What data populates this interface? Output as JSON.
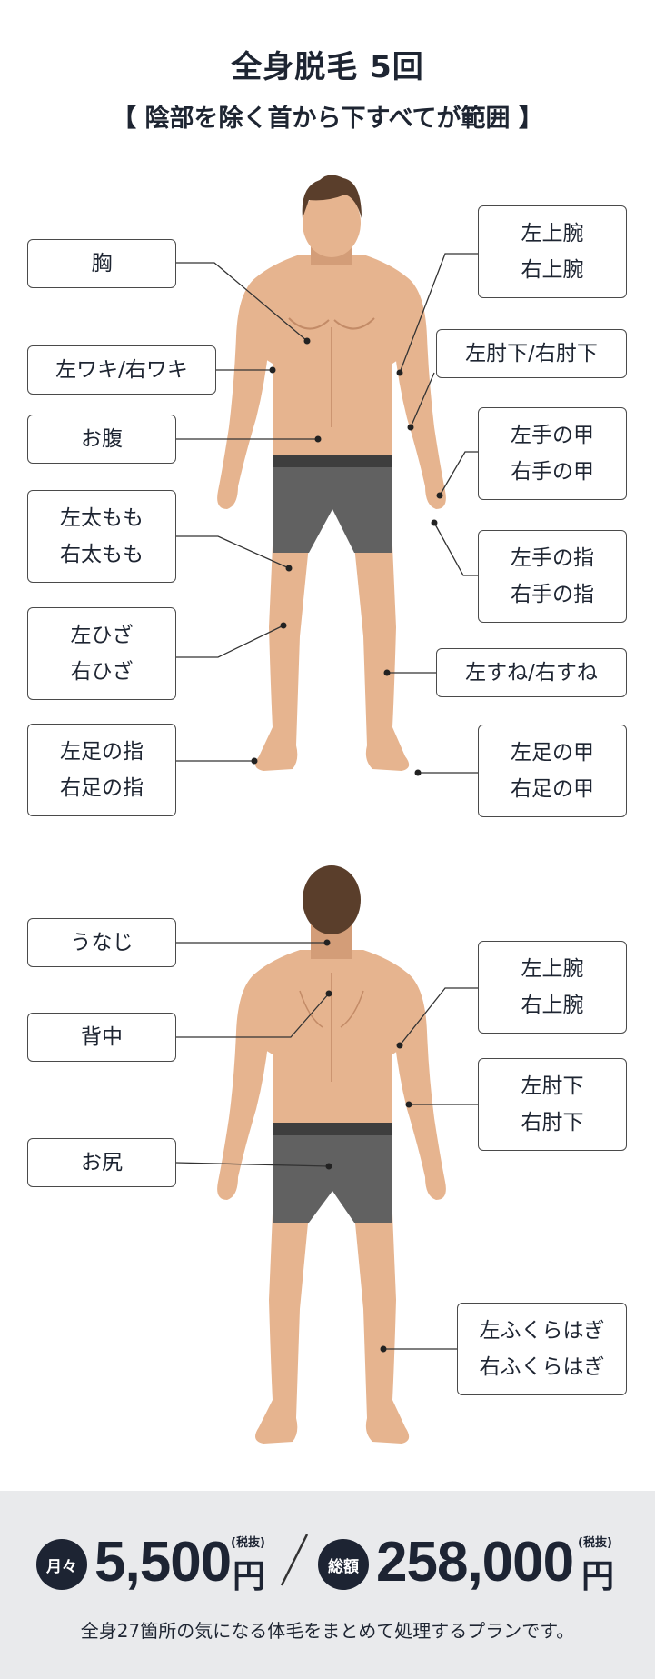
{
  "title": "全身脱毛 5回",
  "subtitle": "【 陰部を除く首から下すべてが範囲 】",
  "front_labels": {
    "chest": [
      "胸"
    ],
    "armpit": [
      "左ワキ/右ワキ"
    ],
    "belly": [
      "お腹"
    ],
    "thigh": [
      "左太もも",
      "右太もも"
    ],
    "knee": [
      "左ひざ",
      "右ひざ"
    ],
    "toes": [
      "左足の指",
      "右足の指"
    ],
    "upper_arm": [
      "左上腕",
      "右上腕"
    ],
    "forearm": [
      "左肘下/右肘下"
    ],
    "hand_back": [
      "左手の甲",
      "右手の甲"
    ],
    "fingers": [
      "左手の指",
      "右手の指"
    ],
    "shin": [
      "左すね/右すね"
    ],
    "foot_top": [
      "左足の甲",
      "右足の甲"
    ]
  },
  "back_labels": {
    "nape": [
      "うなじ"
    ],
    "back": [
      "背中"
    ],
    "buttocks": [
      "お尻"
    ],
    "upper_arm": [
      "左上腕",
      "右上腕"
    ],
    "forearm": [
      "左肘下",
      "右肘下"
    ],
    "calf": [
      "左ふくらはぎ",
      "右ふくらはぎ"
    ]
  },
  "footer": {
    "monthly_badge": "月々",
    "monthly_price": "5,500",
    "total_badge": "総額",
    "total_price": "258,000",
    "yen": "円",
    "tax_note": "(税抜)",
    "description": "全身27箇所の気になる体毛をまとめて処理するプランです。"
  },
  "colors": {
    "skin": "#e6b48f",
    "skin_shadow": "#d39d78",
    "hair": "#5a3e2b",
    "underwear": "#616161",
    "waistband": "#3e3e3e",
    "navy": "#1d2433",
    "footer_bg": "#e9eaec"
  }
}
